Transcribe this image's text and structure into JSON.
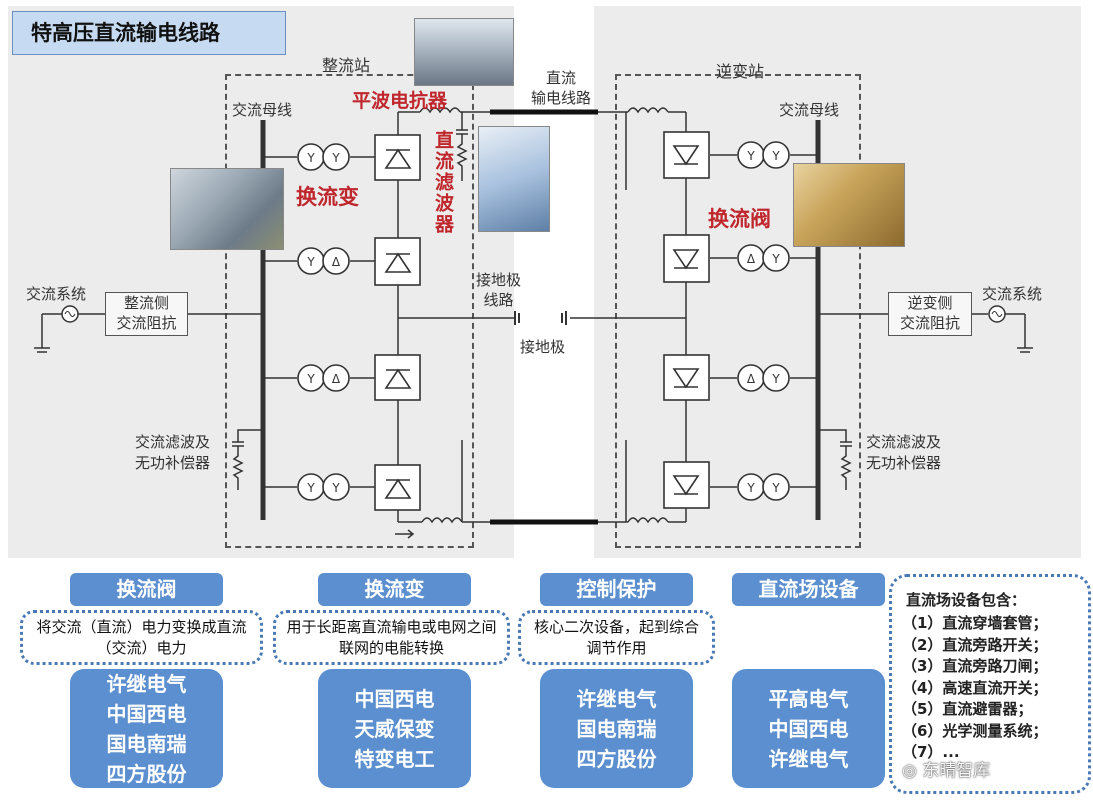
{
  "title": "特高压直流输电线路",
  "diagram": {
    "rectifier_station": "整流站",
    "inverter_station": "逆变站",
    "ac_bus_left": "交流母线",
    "ac_bus_right": "交流母线",
    "dc_line": [
      "直流",
      "输电线路"
    ],
    "smoothing_reactor": "平波电抗器",
    "dc_filter": "直流滤波器",
    "converter_transformer": "换流变",
    "converter_valve": "换流阀",
    "ac_system_left": "交流系统",
    "ac_system_right": "交流系统",
    "rectifier_ac_impedance": [
      "整流侧",
      "交流阻抗"
    ],
    "inverter_ac_impedance": [
      "逆变侧",
      "交流阻抗"
    ],
    "electrode_line": [
      "接地极",
      "线路"
    ],
    "electrode": "接地极",
    "ac_filter_left": [
      "交流滤波及",
      "无功补偿器"
    ],
    "ac_filter_right": [
      "交流滤波及",
      "无功补偿器"
    ]
  },
  "categories": [
    {
      "header": "换流阀",
      "description": "将交流（直流）电力变换成直流（交流）电力",
      "companies": [
        "许继电气",
        "中国西电",
        "国电南瑞",
        "四方股份"
      ]
    },
    {
      "header": "换流变",
      "description": "用于长距离直流输电或电网之间联网的电能转换",
      "companies": [
        "中国西电",
        "天威保变",
        "特变电工"
      ]
    },
    {
      "header": "控制保护",
      "description": "核心二次设备，起到综合调节作用",
      "companies": [
        "许继电气",
        "国电南瑞",
        "四方股份"
      ]
    },
    {
      "header": "直流场设备",
      "description": "",
      "companies": [
        "平高电气",
        "中国西电",
        "许继电气"
      ]
    }
  ],
  "dc_field": {
    "title": "直流场设备包含：",
    "items": [
      "（1）直流穿墙套管；",
      "（2）直流旁路开关；",
      "（3）直流旁路刀闸；",
      "（4）高速直流开关；",
      "（5）直流避雷器；",
      "（6）光学测量系统；",
      "（7）..."
    ]
  },
  "watermark": "东晴智库",
  "colors": {
    "accent_blue": "#5b8fcf",
    "label_red": "#c0272d",
    "panel_gray": "#ececec"
  }
}
